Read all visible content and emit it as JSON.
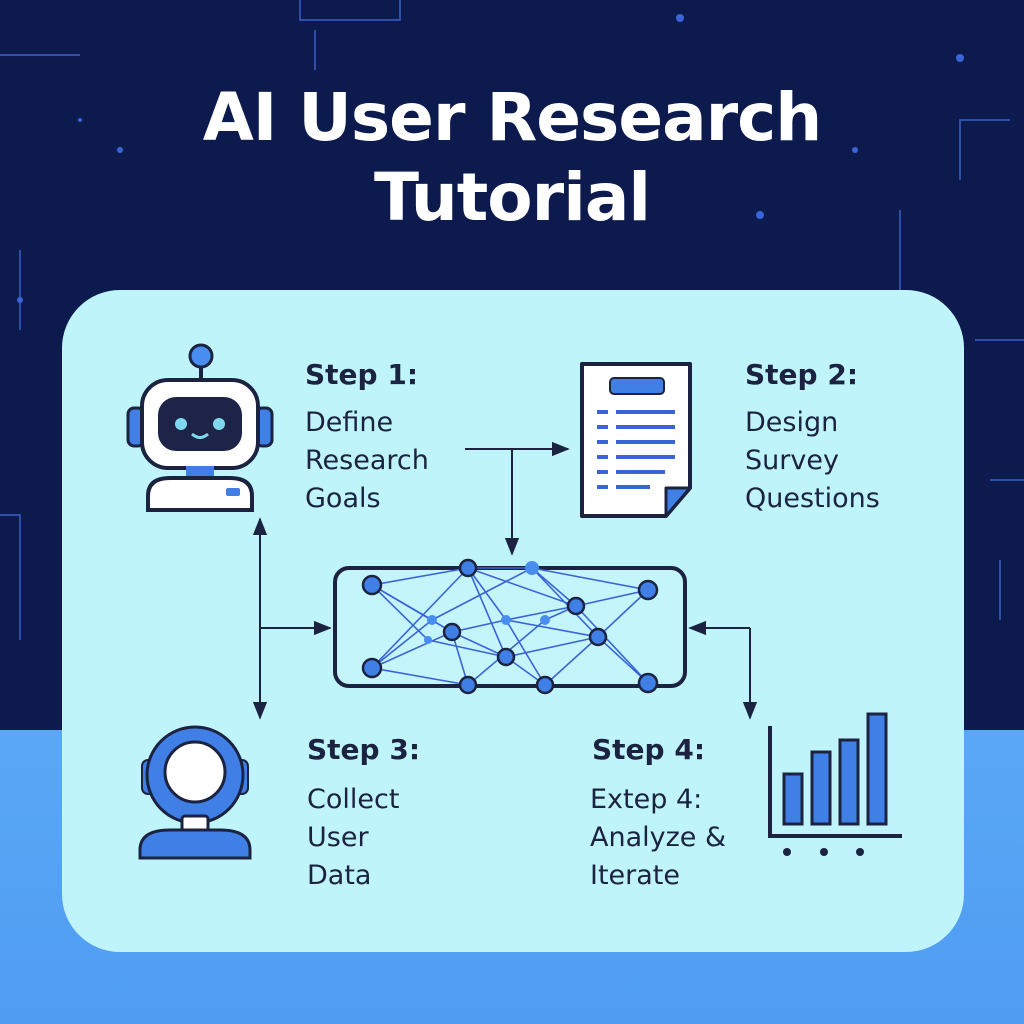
{
  "title": {
    "line1": "AI User Research",
    "line2": "Tutorial"
  },
  "colors": {
    "navy": "#0d1a4e",
    "panel": "#bff4fa",
    "accent": "#3f7fe6",
    "ink": "#1b2340",
    "bottom": "#5aa8f5"
  },
  "steps": [
    {
      "heading": "Step 1:",
      "lines": [
        "Define",
        "Research",
        "Goals"
      ],
      "icon": "robot-icon"
    },
    {
      "heading": "Step 2:",
      "lines": [
        "Design",
        "Survey",
        "Questions"
      ],
      "icon": "document-icon"
    },
    {
      "heading": "Step 3:",
      "lines": [
        "Collect",
        "User",
        "Data"
      ],
      "icon": "user-avatar-icon"
    },
    {
      "heading": "Step 4:",
      "lines": [
        "Extep 4:",
        "Analyze &",
        "Iterate"
      ],
      "icon": "bar-chart-icon"
    }
  ],
  "center_icon": "neural-network-icon"
}
